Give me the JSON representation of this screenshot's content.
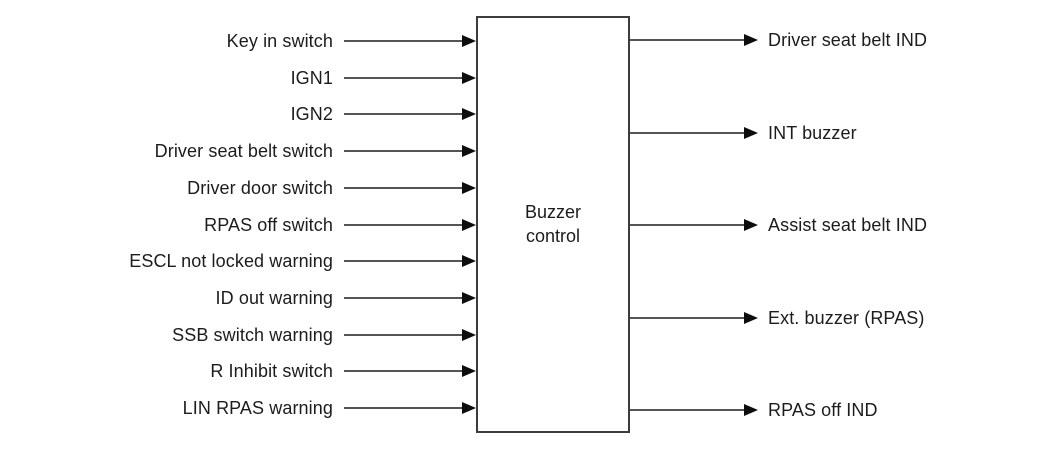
{
  "diagram": {
    "block_label": [
      "Buzzer",
      "control"
    ],
    "inputs": [
      "Key in switch",
      "IGN1",
      "IGN2",
      "Driver seat belt switch",
      "Driver door switch",
      "RPAS off switch",
      "ESCL not locked warning",
      "ID out warning",
      "SSB switch warning",
      "R Inhibit switch",
      "LIN RPAS warning"
    ],
    "outputs": [
      "Driver seat belt IND",
      "INT buzzer",
      "Assist seat belt IND",
      "Ext. buzzer (RPAS)",
      "RPAS off IND"
    ],
    "colors": {
      "background": "#ffffff",
      "text": "#1c1c1c",
      "arrow_line": "#555555",
      "arrow_head": "#0d0d0d",
      "block_border": "#3c3c3c"
    }
  }
}
